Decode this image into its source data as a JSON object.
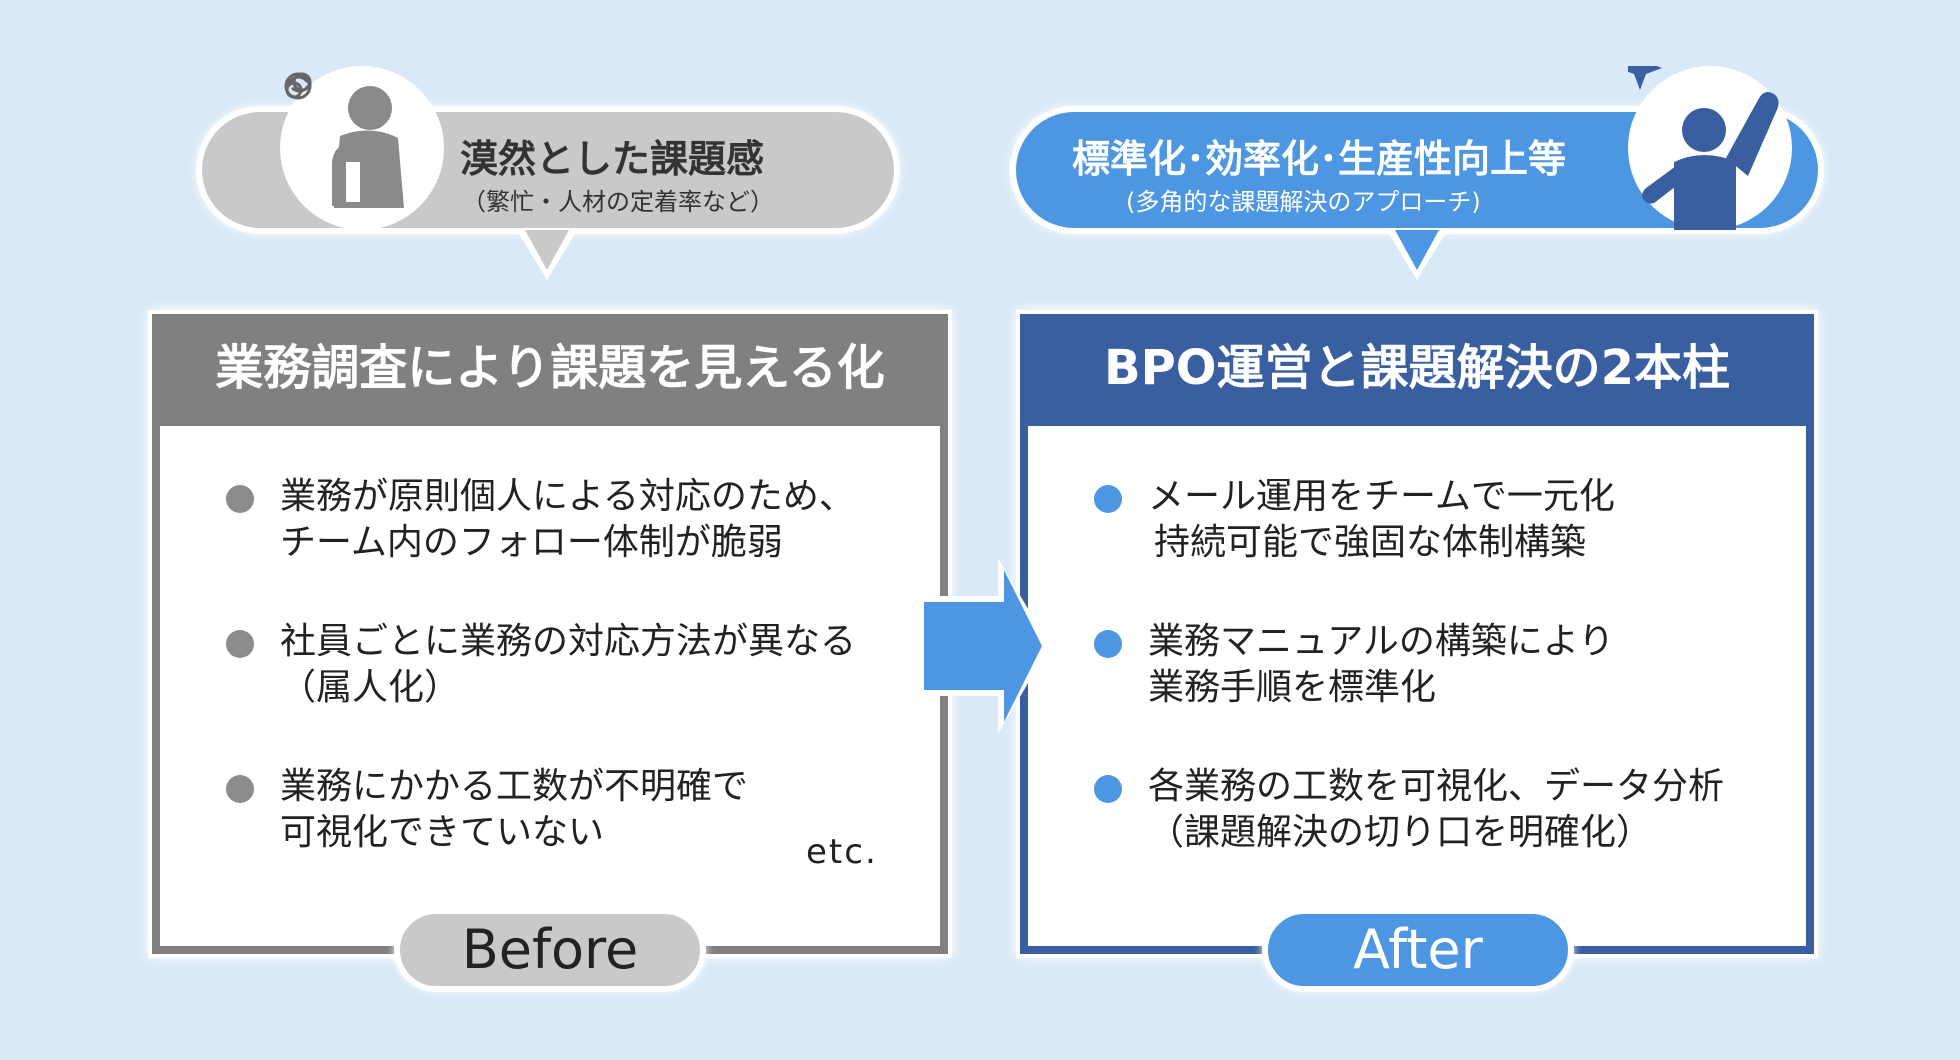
{
  "before": {
    "bubble": {
      "title": "漠然とした課題感",
      "subtitle": "（繁忙・人材の定着率など）"
    },
    "header": "業務調査により課題を見える化",
    "items": [
      {
        "line1": "業務が原則個人による対応のため、",
        "line2": "チーム内のフォロー体制が脆弱"
      },
      {
        "line1": "社員ごとに業務の対応方法が異なる",
        "line2": "（属人化）"
      },
      {
        "line1": "業務にかかる工数が不明確で",
        "line2": "可視化できていない"
      }
    ],
    "etc": "etc.",
    "label": "Before"
  },
  "after": {
    "bubble": {
      "title": "標準化･効率化･生産性向上等",
      "subtitle": "(多角的な課題解決のアプローチ)"
    },
    "header": "BPO運営と課題解決の2本柱",
    "items": [
      {
        "line1": "メール運用をチームで一元化",
        "line2": "持続可能で強固な体制構築"
      },
      {
        "line1": "業務マニュアルの構築により",
        "line2": "業務手順を標準化"
      },
      {
        "line1": "各業務の工数を可視化、データ分析",
        "line2": "（課題解決の切り口を明確化）"
      }
    ],
    "label": "After"
  },
  "colors": {
    "background": "#d9e9f7",
    "before_gray": "#808080",
    "before_light": "#c9c9c9",
    "after_navy": "#3a5fa0",
    "after_blue": "#4d96e2"
  },
  "icons": {
    "before_person": "stressed-person-icon",
    "after_person": "cheering-person-icon",
    "arrow": "right-arrow-icon"
  }
}
